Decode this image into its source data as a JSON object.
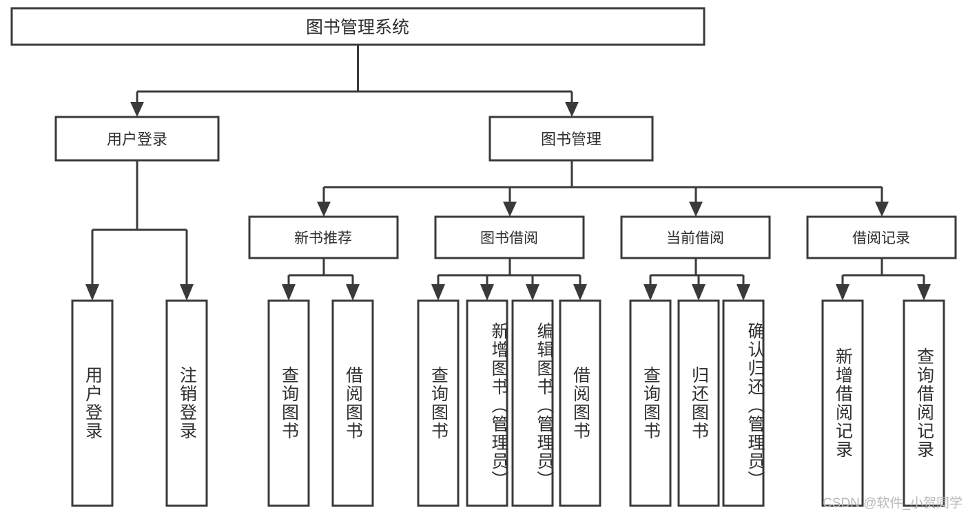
{
  "diagram": {
    "type": "tree-hierarchy",
    "root": {
      "id": "root",
      "label": "图书管理系统",
      "level": 1
    },
    "level2": [
      {
        "id": "user-login",
        "label": "用户登录",
        "level": 2
      },
      {
        "id": "book-management",
        "label": "图书管理",
        "level": 2
      }
    ],
    "level3": [
      {
        "id": "new-book-recommend",
        "label": "新书推荐",
        "level": 3,
        "parent": "book-management"
      },
      {
        "id": "book-borrow",
        "label": "图书借阅",
        "level": 3,
        "parent": "book-management"
      },
      {
        "id": "current-borrow",
        "label": "当前借阅",
        "level": 3,
        "parent": "book-management"
      },
      {
        "id": "borrow-record",
        "label": "借阅记录",
        "level": 3,
        "parent": "book-management"
      }
    ],
    "leaves": [
      {
        "id": "leaf-user-login",
        "label": "用户登录",
        "parent": "user-login"
      },
      {
        "id": "leaf-logout-login",
        "label": "注销登录",
        "parent": "user-login"
      },
      {
        "id": "leaf-query-book-1",
        "label": "查询图书",
        "parent": "new-book-recommend"
      },
      {
        "id": "leaf-borrow-book-1",
        "label": "借阅图书",
        "parent": "new-book-recommend"
      },
      {
        "id": "leaf-query-book-2",
        "label": "查询图书",
        "parent": "book-borrow"
      },
      {
        "id": "leaf-add-book",
        "label": "新增图书（管理员）",
        "parent": "book-borrow"
      },
      {
        "id": "leaf-edit-book",
        "label": "编辑图书（管理员）",
        "parent": "book-borrow"
      },
      {
        "id": "leaf-borrow-book-2",
        "label": "借阅图书",
        "parent": "book-borrow"
      },
      {
        "id": "leaf-query-book-3",
        "label": "查询图书",
        "parent": "current-borrow"
      },
      {
        "id": "leaf-return-book",
        "label": "归还图书",
        "parent": "current-borrow"
      },
      {
        "id": "leaf-confirm-return",
        "label": "确认归还（管理员）",
        "parent": "current-borrow"
      },
      {
        "id": "leaf-add-record",
        "label": "新增借阅记录",
        "parent": "borrow-record"
      },
      {
        "id": "leaf-query-record",
        "label": "查询借阅记录",
        "parent": "borrow-record"
      }
    ],
    "colors": {
      "stroke": "#3a3a3a",
      "fill": "#ffffff",
      "text": "#2f2f2f",
      "watermark": "#b8b8b8"
    }
  },
  "watermark": {
    "text": "CSDN @软件_小贺同学"
  }
}
